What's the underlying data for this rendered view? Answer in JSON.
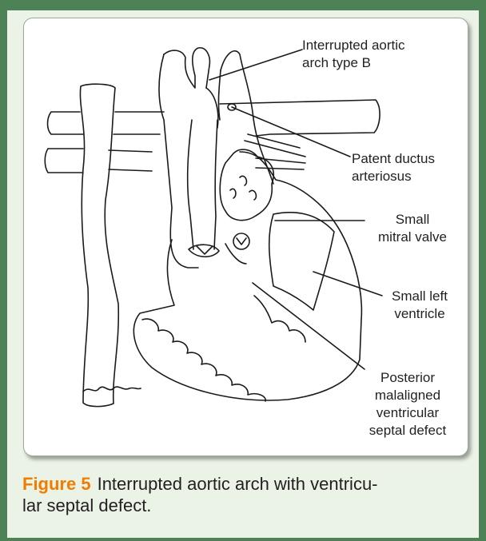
{
  "figure": {
    "number": "Figure 5",
    "caption_line1": "Interrupted aortic arch with ventricu-",
    "caption_line2": "lar septal defect."
  },
  "labels": {
    "interrupted_arch": "Interrupted aortic\narch type B",
    "patent_ductus": "Patent ductus\narteriosus",
    "small_mitral": "Small\nmitral valve",
    "small_lv": "Small left\nventricle",
    "vsd": "Posterior\nmalaligned\nventricular\nseptal defect"
  },
  "colors": {
    "background_green": "#4d8257",
    "frame_fill": "#ebf2e6",
    "figure_number_orange": "#f07d00"
  }
}
